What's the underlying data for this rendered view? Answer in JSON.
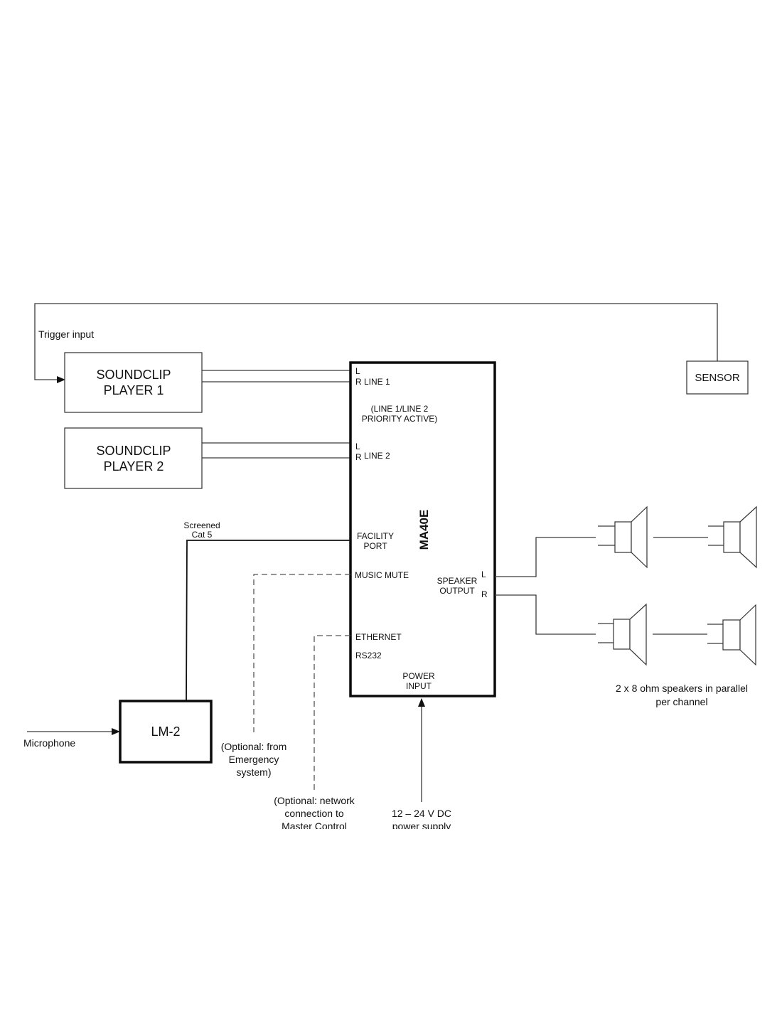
{
  "diagram": {
    "trigger_label": "Trigger input",
    "sensor": {
      "label": "SENSOR"
    },
    "player1": {
      "line1": "SOUNDCLIP",
      "line2": "PLAYER 1"
    },
    "player2": {
      "line1": "SOUNDCLIP",
      "line2": "PLAYER 2"
    },
    "amplifier": {
      "name": "MA40E",
      "line1": {
        "l": "L",
        "r": "R",
        "label": "LINE 1"
      },
      "priority_note": [
        "(LINE 1/LINE 2",
        "PRIORITY ACTIVE)"
      ],
      "line2": {
        "l": "L",
        "r": "R",
        "label": "LINE 2"
      },
      "facility_port": [
        "FACILITY",
        "PORT"
      ],
      "music_mute": "MUSIC MUTE",
      "speaker_output": [
        "SPEAKER",
        "OUTPUT"
      ],
      "speaker_l": "L",
      "speaker_r": "R",
      "ethernet": "ETHERNET",
      "rs232": "RS232",
      "power_input": [
        "POWER",
        "INPUT"
      ]
    },
    "cable_label": [
      "Screened",
      "Cat 5"
    ],
    "lm2": {
      "label": "LM-2"
    },
    "microphone_label": "Microphone",
    "optional_emergency": [
      "(Optional: from",
      "Emergency",
      "system)"
    ],
    "optional_network": [
      "(Optional: network",
      "connection to",
      "Master Control"
    ],
    "power_supply": [
      "12 – 24 V DC",
      "power supply"
    ],
    "speakers_note": [
      "2 x 8 ohm speakers in parallel",
      "per channel"
    ]
  }
}
